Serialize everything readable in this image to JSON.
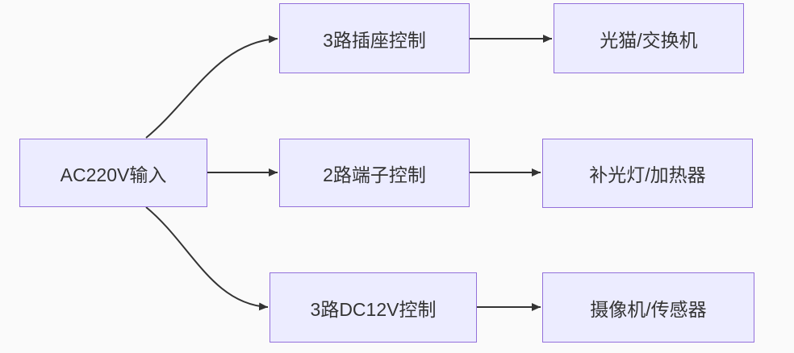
{
  "diagram": {
    "type": "flowchart",
    "direction": "left-to-right",
    "colors": {
      "background": "#fafafa",
      "node_fill": "#ECECFF",
      "node_border": "#9370DB",
      "arrow": "#333333",
      "text": "#333333"
    },
    "nodes": [
      {
        "id": "input",
        "label": "AC220V输入"
      },
      {
        "id": "socket",
        "label": "3路插座控制"
      },
      {
        "id": "terminal",
        "label": "2路端子控制"
      },
      {
        "id": "dc12v",
        "label": "3路DC12V控制"
      },
      {
        "id": "modem",
        "label": "光猫/交换机"
      },
      {
        "id": "light",
        "label": "补光灯/加热器"
      },
      {
        "id": "camera",
        "label": "摄像机/传感器"
      }
    ],
    "edges": [
      {
        "from": "input",
        "to": "socket"
      },
      {
        "from": "input",
        "to": "terminal"
      },
      {
        "from": "input",
        "to": "dc12v"
      },
      {
        "from": "socket",
        "to": "modem"
      },
      {
        "from": "terminal",
        "to": "light"
      },
      {
        "from": "dc12v",
        "to": "camera"
      }
    ]
  }
}
